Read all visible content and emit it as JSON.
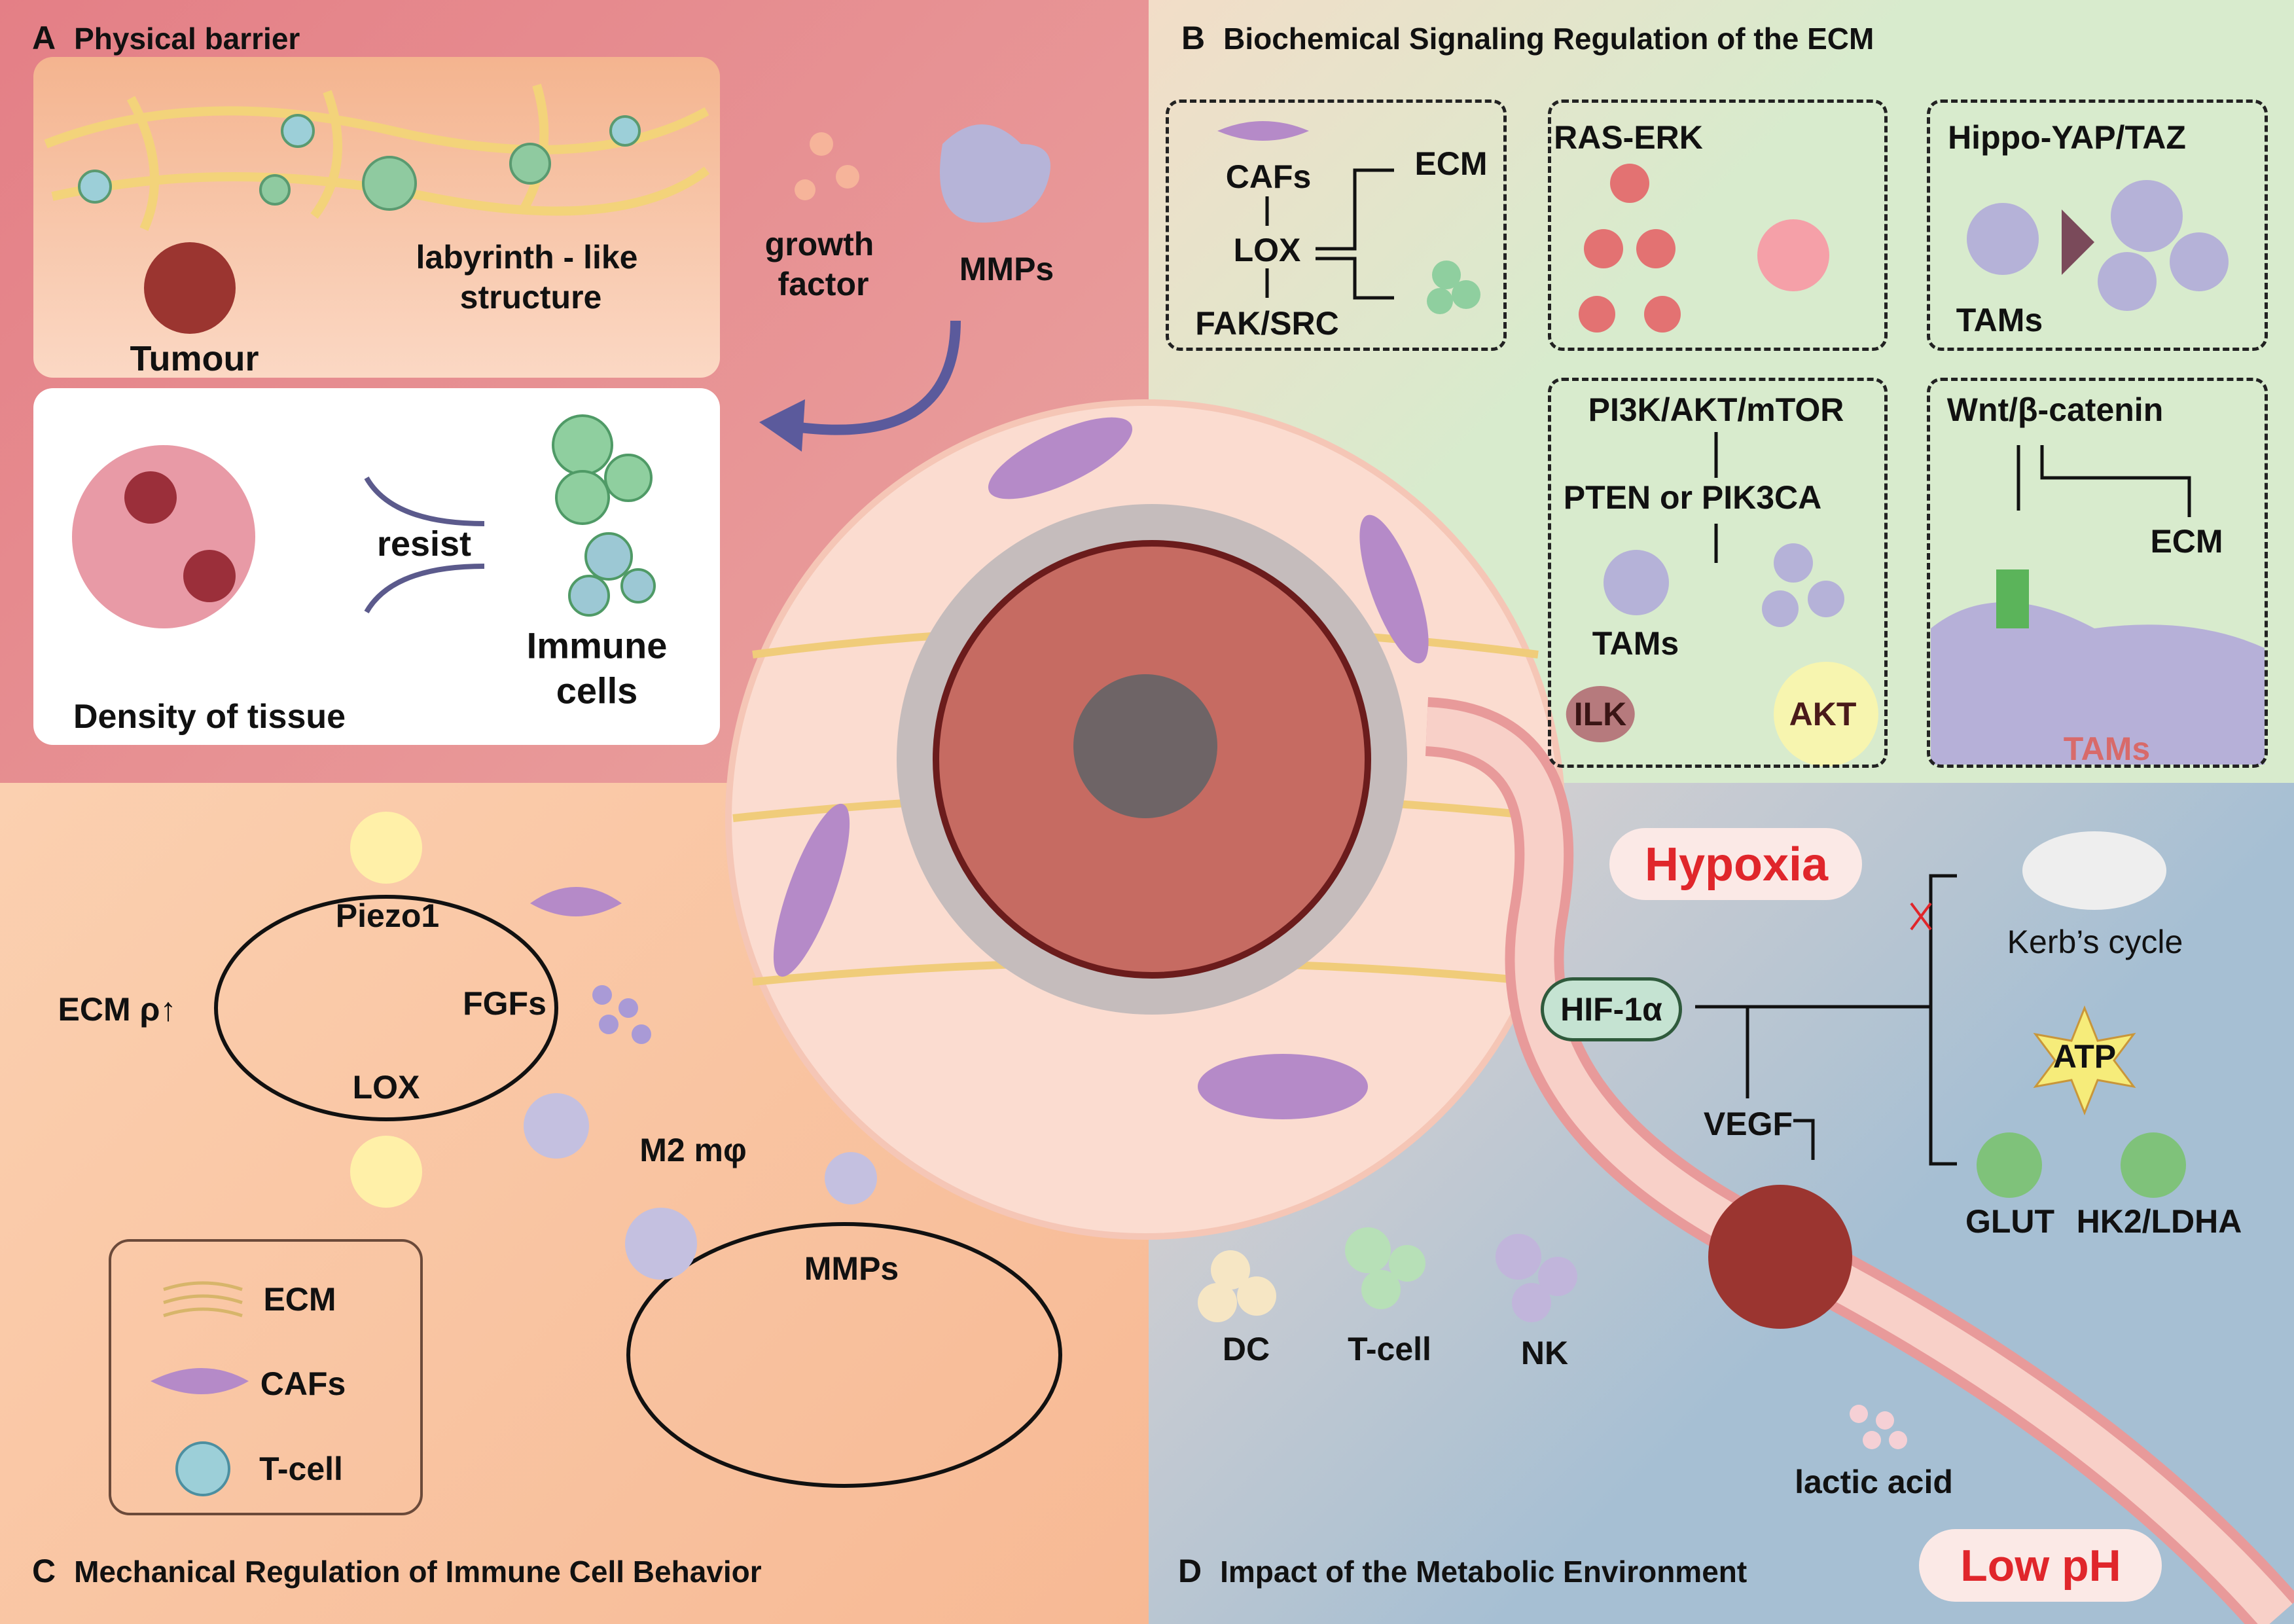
{
  "colors": {
    "panel_a": "#e58a8f",
    "panel_b": "#dfeccf",
    "panel_c": "#f9c3a0",
    "panel_d": "#a8c1d3",
    "hypoxia_text": "#e0262b",
    "tumour": "#9a3a33",
    "caf": "#b58ac8"
  },
  "panel_a": {
    "letter": "A",
    "title": "Physical barrier",
    "labyrinth_1": "labyrinth - like",
    "labyrinth_2": "structure",
    "tumour": "Tumour",
    "resist": "resist",
    "immune_1": "Immune",
    "immune_2": "cells",
    "density": "Density of tissue"
  },
  "center": {
    "growth_1": "growth",
    "growth_2": "factor",
    "mmps": "MMPs"
  },
  "panel_b": {
    "letter": "B",
    "title": "Biochemical Signaling Regulation of the ECM",
    "box1": {
      "cafs": "CAFs",
      "lox": "LOX",
      "fak": "FAK/SRC",
      "ecm": "ECM"
    },
    "box2": {
      "title": "RAS-ERK"
    },
    "box3": {
      "title": "Hippo-YAP/TAZ",
      "tams": "TAMs"
    },
    "box4": {
      "title": "PI3K/AKT/mTOR",
      "pten": "PTEN or PIK3CA",
      "tams": "TAMs",
      "ilk": "ILK",
      "akt": "AKT"
    },
    "box5": {
      "title": "Wnt/β-catenin",
      "ecm": "ECM",
      "tams": "TAMs"
    }
  },
  "panel_c": {
    "letter": "C",
    "title": "Mechanical Regulation of Immune Cell Behavior",
    "piezo": "Piezo1",
    "fgfs": "FGFs",
    "lox": "LOX",
    "ecm_rho": "ECM ρ↑",
    "m2": "M2 mφ",
    "mmps": "MMPs",
    "legend": [
      {
        "label": "ECM",
        "icon": "ecm-fiber-icon"
      },
      {
        "label": "CAFs",
        "icon": "caf-cell-icon"
      },
      {
        "label": "T-cell",
        "icon": "t-cell-icon"
      }
    ]
  },
  "panel_d": {
    "letter": "D",
    "title": "Impact of the Metabolic Environment",
    "hypoxia": "Hypoxia",
    "kerbs": "Kerb’s cycle",
    "hif": "HIF-1α",
    "atp": "ATP",
    "vegf": "VEGF",
    "glut": "GLUT",
    "hk2": "HK2/LDHA",
    "dc": "DC",
    "tcell": "T-cell",
    "nk": "NK",
    "lactic": "lactic acid",
    "lowph": "Low pH"
  }
}
